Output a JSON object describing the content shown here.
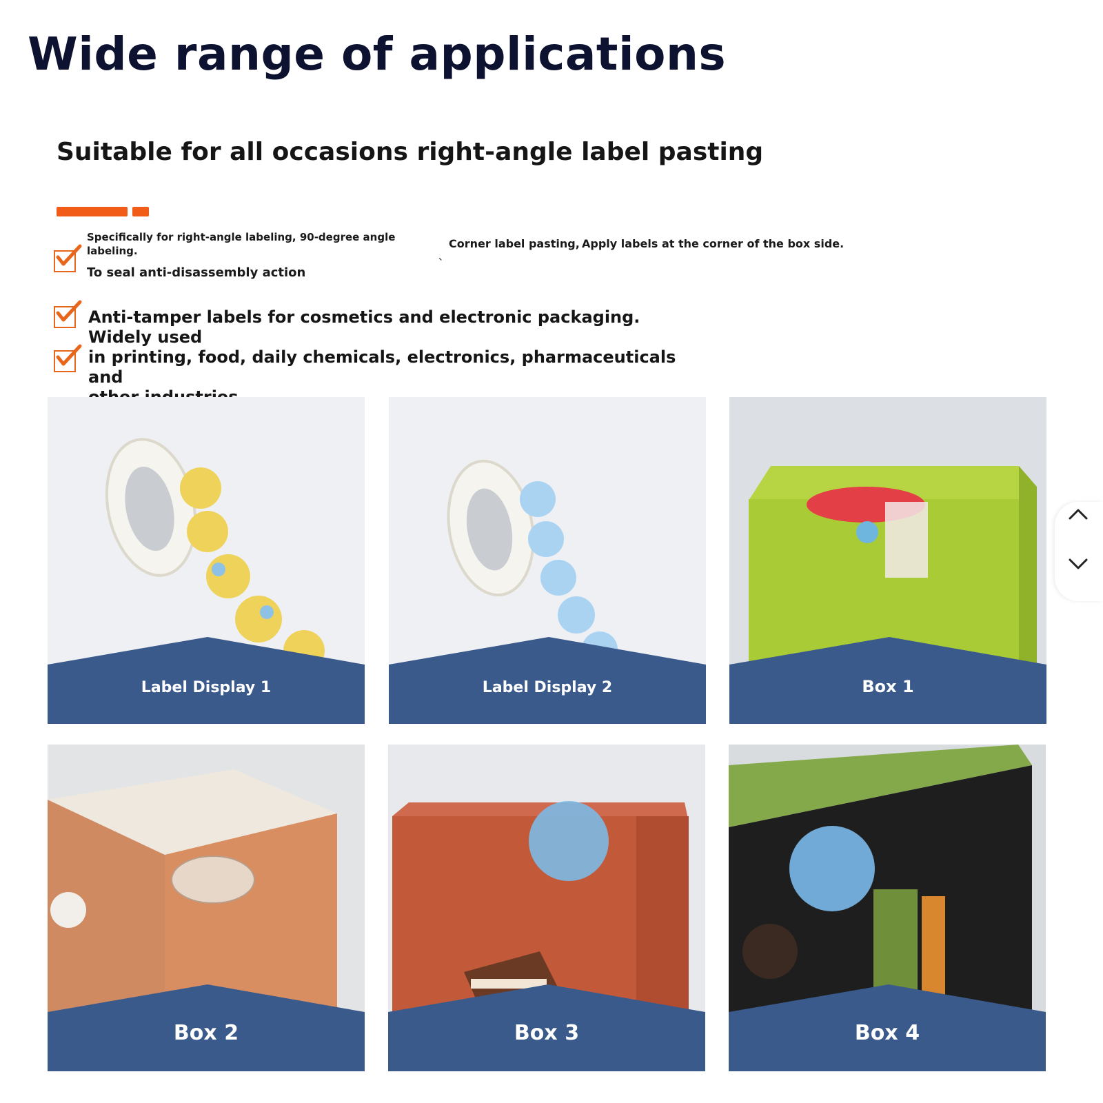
{
  "header": {
    "title": "Wide range of applications",
    "subtitle": "Suitable for all occasions right-angle label pasting"
  },
  "features": {
    "item1_line1": "Specifically for right-angle labeling, 90-degree angle",
    "item1_line2": "labeling.",
    "item1_line3": "To seal anti-disassembly action",
    "tick": "、",
    "item2": "Corner label pasting,",
    "item3": "Apply labels at the corner of the box side.",
    "item4_line1": "Anti-tamper labels for cosmetics and electronic packaging. Widely used",
    "item4_line2": "in printing, food, daily chemicals, electronics, pharmaceuticals and",
    "item4_line3": "other industries."
  },
  "gallery": {
    "cards": [
      {
        "label": "Label Display 1"
      },
      {
        "label": "Label Display 2"
      },
      {
        "label": "Box 1"
      },
      {
        "label": "Box 2"
      },
      {
        "label": "Box 3"
      },
      {
        "label": "Box 4"
      }
    ]
  },
  "controls": {
    "up_icon": "chevron-up-icon",
    "down_icon": "chevron-down-icon"
  },
  "colors": {
    "accent": "#f25c19",
    "band": "#3a5a8c",
    "title": "#0c1230"
  }
}
